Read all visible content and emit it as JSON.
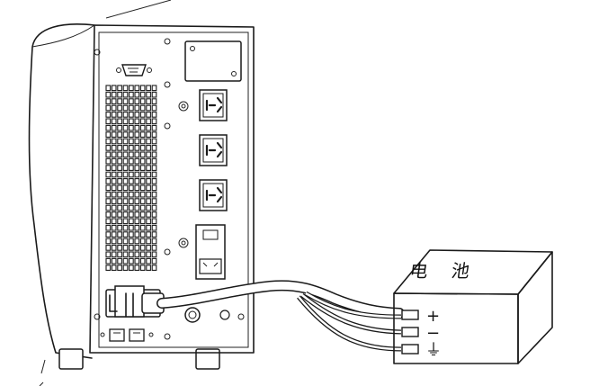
{
  "battery": {
    "title": "电 池",
    "terminals": [
      {
        "symbol": "+"
      },
      {
        "symbol": "−"
      },
      {
        "symbol": "⏚"
      }
    ]
  },
  "ups": {
    "vent_grid": {
      "columns": 9,
      "rows": 28
    },
    "outlet_count": 3
  }
}
